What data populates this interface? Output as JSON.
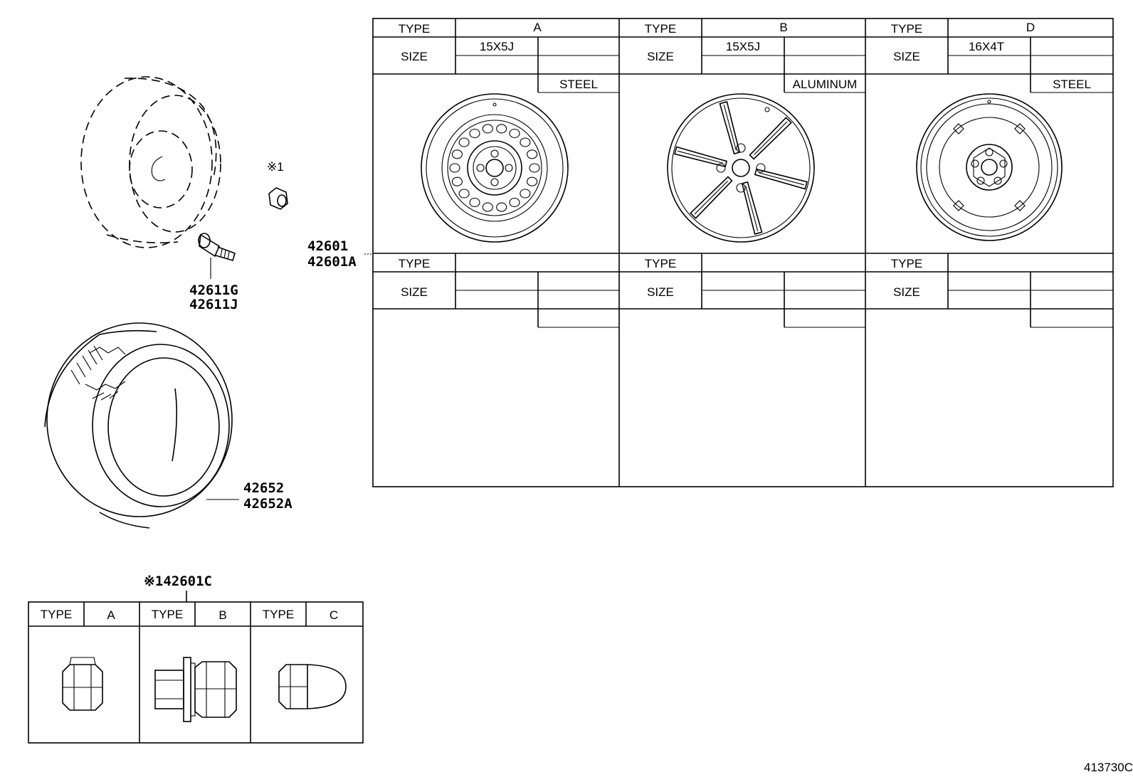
{
  "callouts": {
    "wheel_pn_1": "42601",
    "wheel_pn_2": "42601A",
    "valve_pn_1": "42611G",
    "valve_pn_2": "42611J",
    "tire_pn_1": "42652",
    "tire_pn_2": "42652A",
    "nut_mark": "※1",
    "nut_pn": "※142601C"
  },
  "wheel_table": {
    "type_label": "TYPE",
    "size_label": "SIZE",
    "columns": [
      {
        "type": "A",
        "size": "15X5J",
        "material": "STEEL",
        "icon": "steel-wheel-icon"
      },
      {
        "type": "B",
        "size": "15X5J",
        "material": "ALUMINUM",
        "icon": "aluminum-wheel-icon"
      },
      {
        "type": "D",
        "size": "16X4T",
        "material": "STEEL",
        "icon": "spare-steel-wheel-icon"
      }
    ]
  },
  "nut_table": {
    "type_label": "TYPE",
    "columns": [
      {
        "type": "A",
        "icon": "open-lug-nut-icon"
      },
      {
        "type": "B",
        "icon": "flanged-lug-nut-icon"
      },
      {
        "type": "C",
        "icon": "acorn-lug-nut-icon"
      }
    ]
  },
  "drawing_id": "413730C"
}
